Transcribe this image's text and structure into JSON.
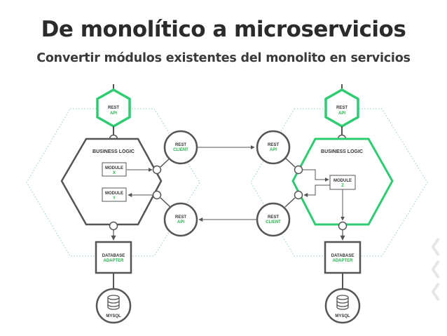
{
  "header": {
    "title": "De monolítico a microservicios",
    "subtitle": "Convertir módulos existentes del monolito en servicios"
  },
  "colors": {
    "accent": "#2ecc71",
    "dark": "#555555",
    "dotted": "#8fd4a8"
  },
  "diagram": {
    "left": {
      "rest_api": {
        "line1": "REST",
        "line2": "API"
      },
      "business_logic": "BUSINESS LOGIC",
      "module_x": {
        "line1": "MODULE",
        "line2": "X"
      },
      "module_y": {
        "line1": "MODULE",
        "line2": "Y"
      },
      "rest_client": {
        "line1": "REST",
        "line2": "CLIENT"
      },
      "rest_api_out": {
        "line1": "REST",
        "line2": "API"
      },
      "database_adapter": {
        "line1": "DATABASE",
        "line2": "ADAPTER"
      },
      "mysql": "MYSQL"
    },
    "right": {
      "rest_api": {
        "line1": "REST",
        "line2": "API"
      },
      "business_logic": "BUSINESS LOGIC",
      "module_z": {
        "line1": "MODULE",
        "line2": "Z"
      },
      "rest_api_in": {
        "line1": "REST",
        "line2": "API"
      },
      "rest_client": {
        "line1": "REST",
        "line2": "CLIENT"
      },
      "database_adapter": {
        "line1": "DATABASE",
        "line2": "ADAPTER"
      },
      "mysql": "MYSQL"
    }
  }
}
